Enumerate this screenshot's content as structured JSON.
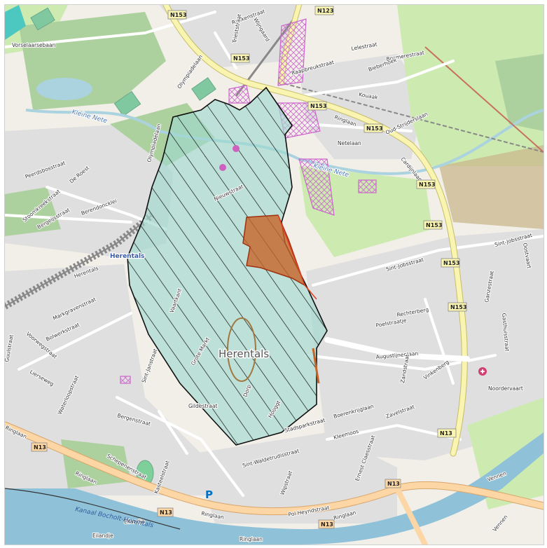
{
  "map": {
    "town_label": "Herentals",
    "place_label": "Herentals",
    "water_labels": {
      "kleine_nete_west": "Kleine Nete",
      "kleine_nete_east": "Kleine Nete",
      "canal": "Kanaal Bocholt-Herentals"
    },
    "road_shields": [
      "N153",
      "N123",
      "N153",
      "N153",
      "N153",
      "N153",
      "N153",
      "N153",
      "N153",
      "N13",
      "N13",
      "N13",
      "N13",
      "N13"
    ],
    "streets": [
      "Vorselaarsebaan",
      "Rankenstraat",
      "Trieststraat",
      "Wijngaard",
      "Lelestraat",
      "Bosmerestraat",
      "Raapbreukstraat",
      "Bieberhoek",
      "Olympiadelaan",
      "Kouaak",
      "Netelaan",
      "Ringlaan",
      "Oud-Strijderslaan",
      "Cardijnlaan",
      "Olympiadelaan",
      "De Roest",
      "Peerdsbosstraat",
      "Berendoncklei",
      "Stoomkreekstraat",
      "Bergeijsstraat",
      "Nieuwstraat",
      "Markgravenstraat",
      "Bolwerkstraat",
      "Herentals",
      "Vaartkant",
      "Augustijnenlaan",
      "Sint-Jobsstraat",
      "Sint-Jobsstraat",
      "Poelstraatje",
      "Rechterberg",
      "Ganzestraat",
      "Zandstraat",
      "Vinkenberg",
      "Zavelstraat",
      "Noordervaart",
      "Hooggt",
      "Dorp",
      "Gasthuisstraat",
      "Oostvaart",
      "Boerenkrijglaan",
      "Stadsparkstraat",
      "Kleemoos",
      "Sint-Waldetrudisstraat",
      "Bergenstraat",
      "Grote Markt",
      "Gildestraat",
      "Schepenenstraat",
      "Kasteelstraat",
      "Eilandje",
      "Eilandje",
      "Ringlaan",
      "Ringlaan",
      "Ringlaan",
      "Ringlaan",
      "Ringlaan",
      "Vennen",
      "Vennen",
      "Ernest Claesstraat",
      "Pol Heyndstraat",
      "Wipstraat",
      "Lierseweg",
      "Voorwegstraat",
      "Guulstraat",
      "Waterloopstraat",
      "Sint-Janstraat"
    ],
    "colors": {
      "land": "#f2efe9",
      "residential": "#e0dfdf",
      "park": "#c8facc",
      "forest": "#add19e",
      "grass": "#cdebb0",
      "water": "#aad3df",
      "canal": "#8fc2d8",
      "primary_road": "#f9f4b0",
      "trunk_road": "#fcd6a4",
      "railway": "#888888",
      "hatched_zone_fill": "#9fd8d0",
      "hatched_zone_stroke": "#101010",
      "orange_zone": "#c56428",
      "protected_area": "#cc66cc"
    },
    "icons": [
      "parking-icon",
      "hospital-icon"
    ],
    "parking_label": "P"
  }
}
